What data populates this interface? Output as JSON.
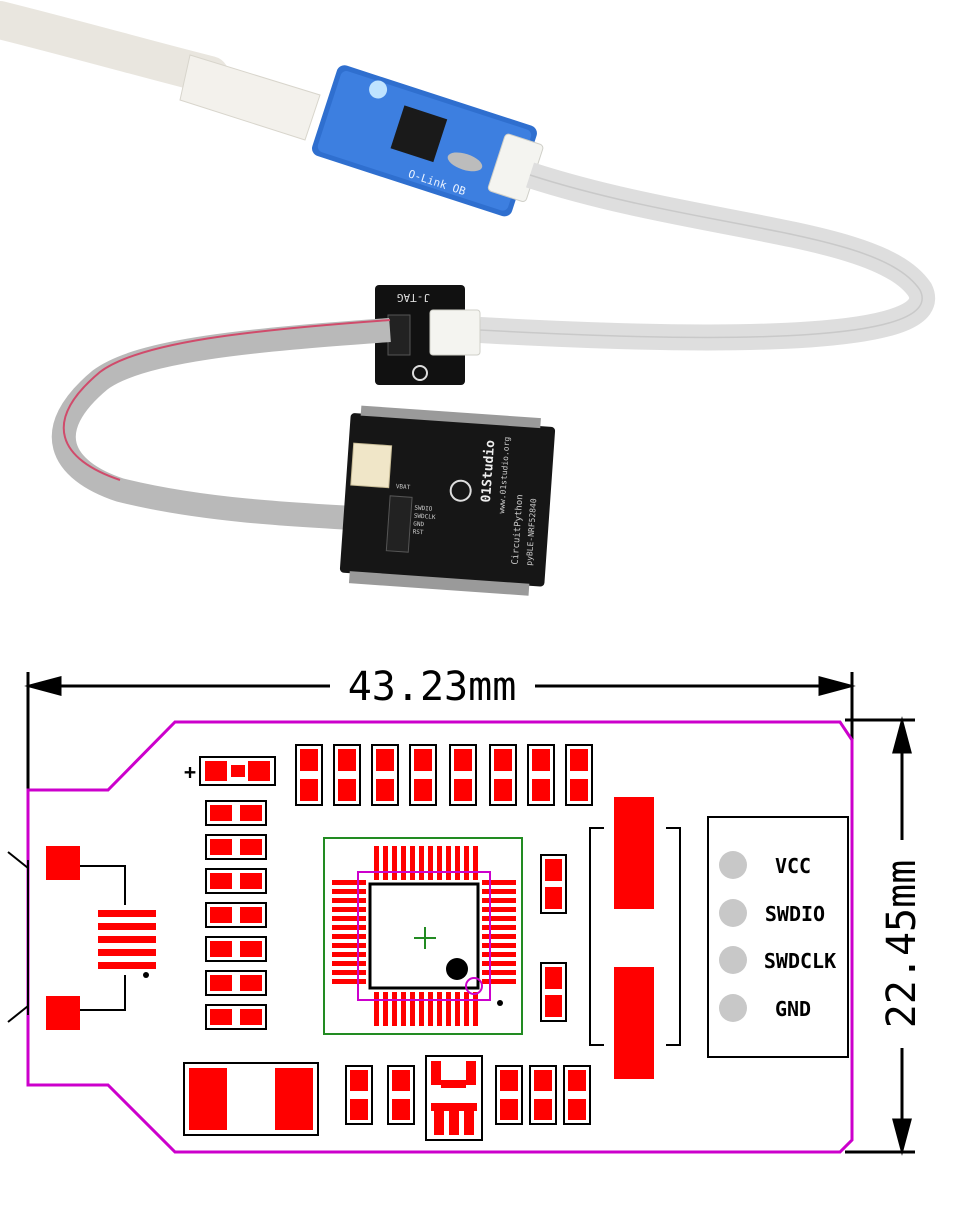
{
  "photo": {
    "debugger_label": "O-Link OB",
    "adapter_label": "J-TAG",
    "board_brand": "01Studio",
    "board_url": "www.01studio.org",
    "board_subtitle": "CircuitPython",
    "board_model": "pyBLE-NRF52840",
    "board_pin_labels": [
      "SWDIO",
      "SWDCLK",
      "GND",
      "RST"
    ],
    "board_vbat": "VBAT"
  },
  "drawing": {
    "width_label": "43.23mm",
    "height_label": "22.45mm",
    "plus_label": "+",
    "pins": [
      "VCC",
      "SWDIO",
      "SWDCLK",
      "GND"
    ],
    "colors": {
      "outline": "#cc00cc",
      "pad": "#ff0000",
      "silk": "#000000",
      "courtyard": "#228b22",
      "pin_dot": "#c8c8c8"
    }
  }
}
